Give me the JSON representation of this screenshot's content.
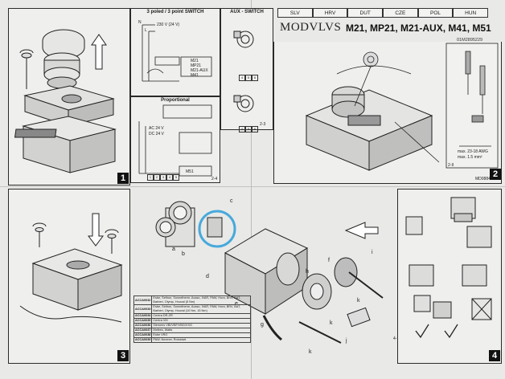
{
  "header": {
    "languages": [
      "SLV",
      "HRV",
      "DUT",
      "CZE",
      "POL",
      "HUN"
    ],
    "brand": "MODVLVS",
    "models": "M21, MP21, M21-AUX, M41, M51",
    "doc_number": "01M2895229"
  },
  "panel1": {
    "number": "1",
    "section_3point": "3 poled / 3 point SWITCH",
    "section_aux": "AUX - SWITCH",
    "section_proportional": "Proportional",
    "wiring_labels": [
      "N",
      "L",
      "230 V (24 V)",
      "M21",
      "MP21",
      "M21-AUX",
      "M41"
    ],
    "voltages": [
      "AC 24 V",
      "DC 24 V"
    ],
    "proportional_label": "M51",
    "sub_ref_a": "2-3",
    "sub_ref_b": "2-4",
    "terminal_numbers": [
      "1",
      "2",
      "3",
      "4",
      "5",
      "6"
    ]
  },
  "panel2": {
    "number": "2",
    "notes": [
      "max. 23-18 AWG",
      "max. 1.5 mm²"
    ],
    "ref": "2-II",
    "drawing_id": "MD0884343"
  },
  "panel3": {
    "number": "3",
    "callouts": [
      "a",
      "b",
      "c",
      "d",
      "e",
      "f",
      "g",
      "h",
      "i",
      "j",
      "k",
      "k",
      "k"
    ],
    "adapter_table": [
      {
        "code": "ACCA0032",
        "text": "Esbe, Seltron, Sonnetherm, Acaso, IVAR, PAW, Hora, BRV, BAT, Barberi, Olymp, Houval (5 Nm)"
      },
      {
        "code": "ACCA0033",
        "text": "Esbe, Seltron, Sonnetherm, Acaso, IVAR, PAW, Hora, BRV, BAT, Barberi, Olymp, Houval (10 Nm, 15 Nm)"
      },
      {
        "code": "ACCA0034",
        "text": "Centra DR-ZR"
      },
      {
        "code": "ACCA0035",
        "text": "Centra VM"
      },
      {
        "code": "ACCA0036",
        "text": "Siemens VBI/VBF/VBG/VXG"
      },
      {
        "code": "ACCA0037",
        "text": "Meibes, Watts"
      },
      {
        "code": "ACCA0038",
        "text": "Esbe VRG"
      },
      {
        "code": "ACCA0039",
        "text": "PAW, Nexmer, Rotostart"
      }
    ]
  },
  "panel4": {
    "number": "4",
    "ref": "4-"
  },
  "colors": {
    "highlight": "#47a9dc",
    "ink": "#1b1b1b",
    "paper": "#efefed"
  }
}
